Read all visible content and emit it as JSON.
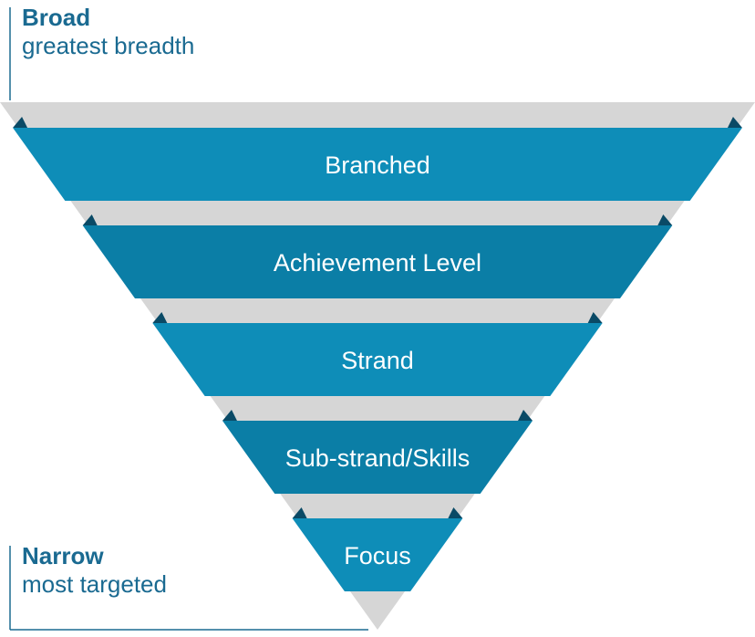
{
  "top": {
    "title": "Broad",
    "subtitle": "greatest breadth"
  },
  "bottom": {
    "title": "Narrow",
    "subtitle": "most targeted"
  },
  "levels": [
    {
      "label": "Branched"
    },
    {
      "label": "Achievement Level"
    },
    {
      "label": "Strand"
    },
    {
      "label": "Sub-strand/Skills"
    },
    {
      "label": "Focus"
    }
  ],
  "colors": {
    "band": "#0e8db8",
    "band_dark": "#0b7ea6",
    "band_edge": "#0a4a66",
    "back": "#d6d6d6",
    "text": "#1a6a91",
    "rule": "#1a6a91"
  }
}
